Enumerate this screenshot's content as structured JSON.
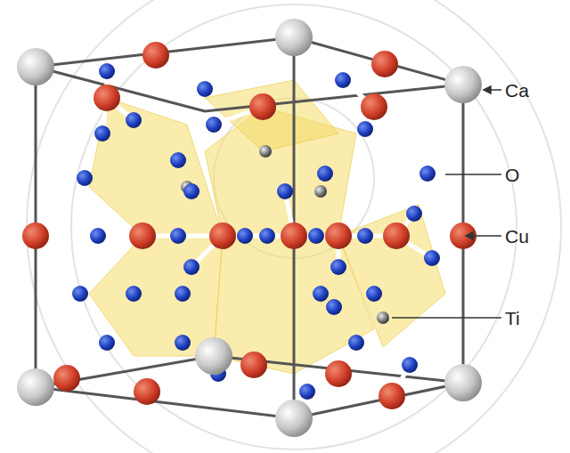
{
  "diagram": {
    "labels": [
      "Ca",
      "O",
      "Cu",
      "Ti"
    ]
  }
}
